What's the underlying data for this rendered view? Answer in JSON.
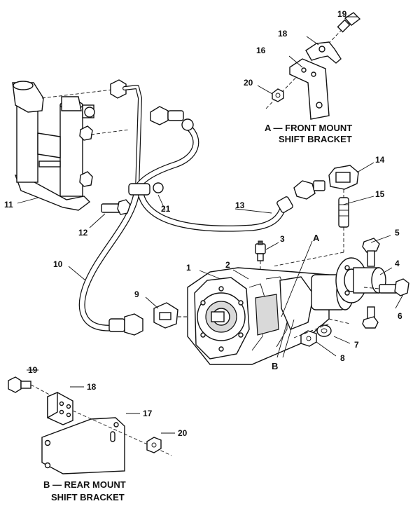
{
  "callouts": {
    "c1": "1",
    "c2": "2",
    "c3": "3",
    "c4": "4",
    "c5": "5",
    "c6": "6",
    "c7": "7",
    "c8": "8",
    "c9": "9",
    "c10": "10",
    "c11": "11",
    "c12": "12",
    "c13": "13",
    "c14": "14",
    "c15": "15",
    "c16": "16",
    "c17": "17",
    "c18": "18",
    "c19": "19",
    "c20": "20",
    "c21": "21"
  },
  "letters": {
    "a": "A",
    "b": "B"
  },
  "captions": {
    "front_line1": "A —  FRONT MOUNT",
    "front_line2": "SHIFT BRACKET",
    "rear_line1": "B —  REAR MOUNT",
    "rear_line2": "SHIFT BRACKET"
  }
}
